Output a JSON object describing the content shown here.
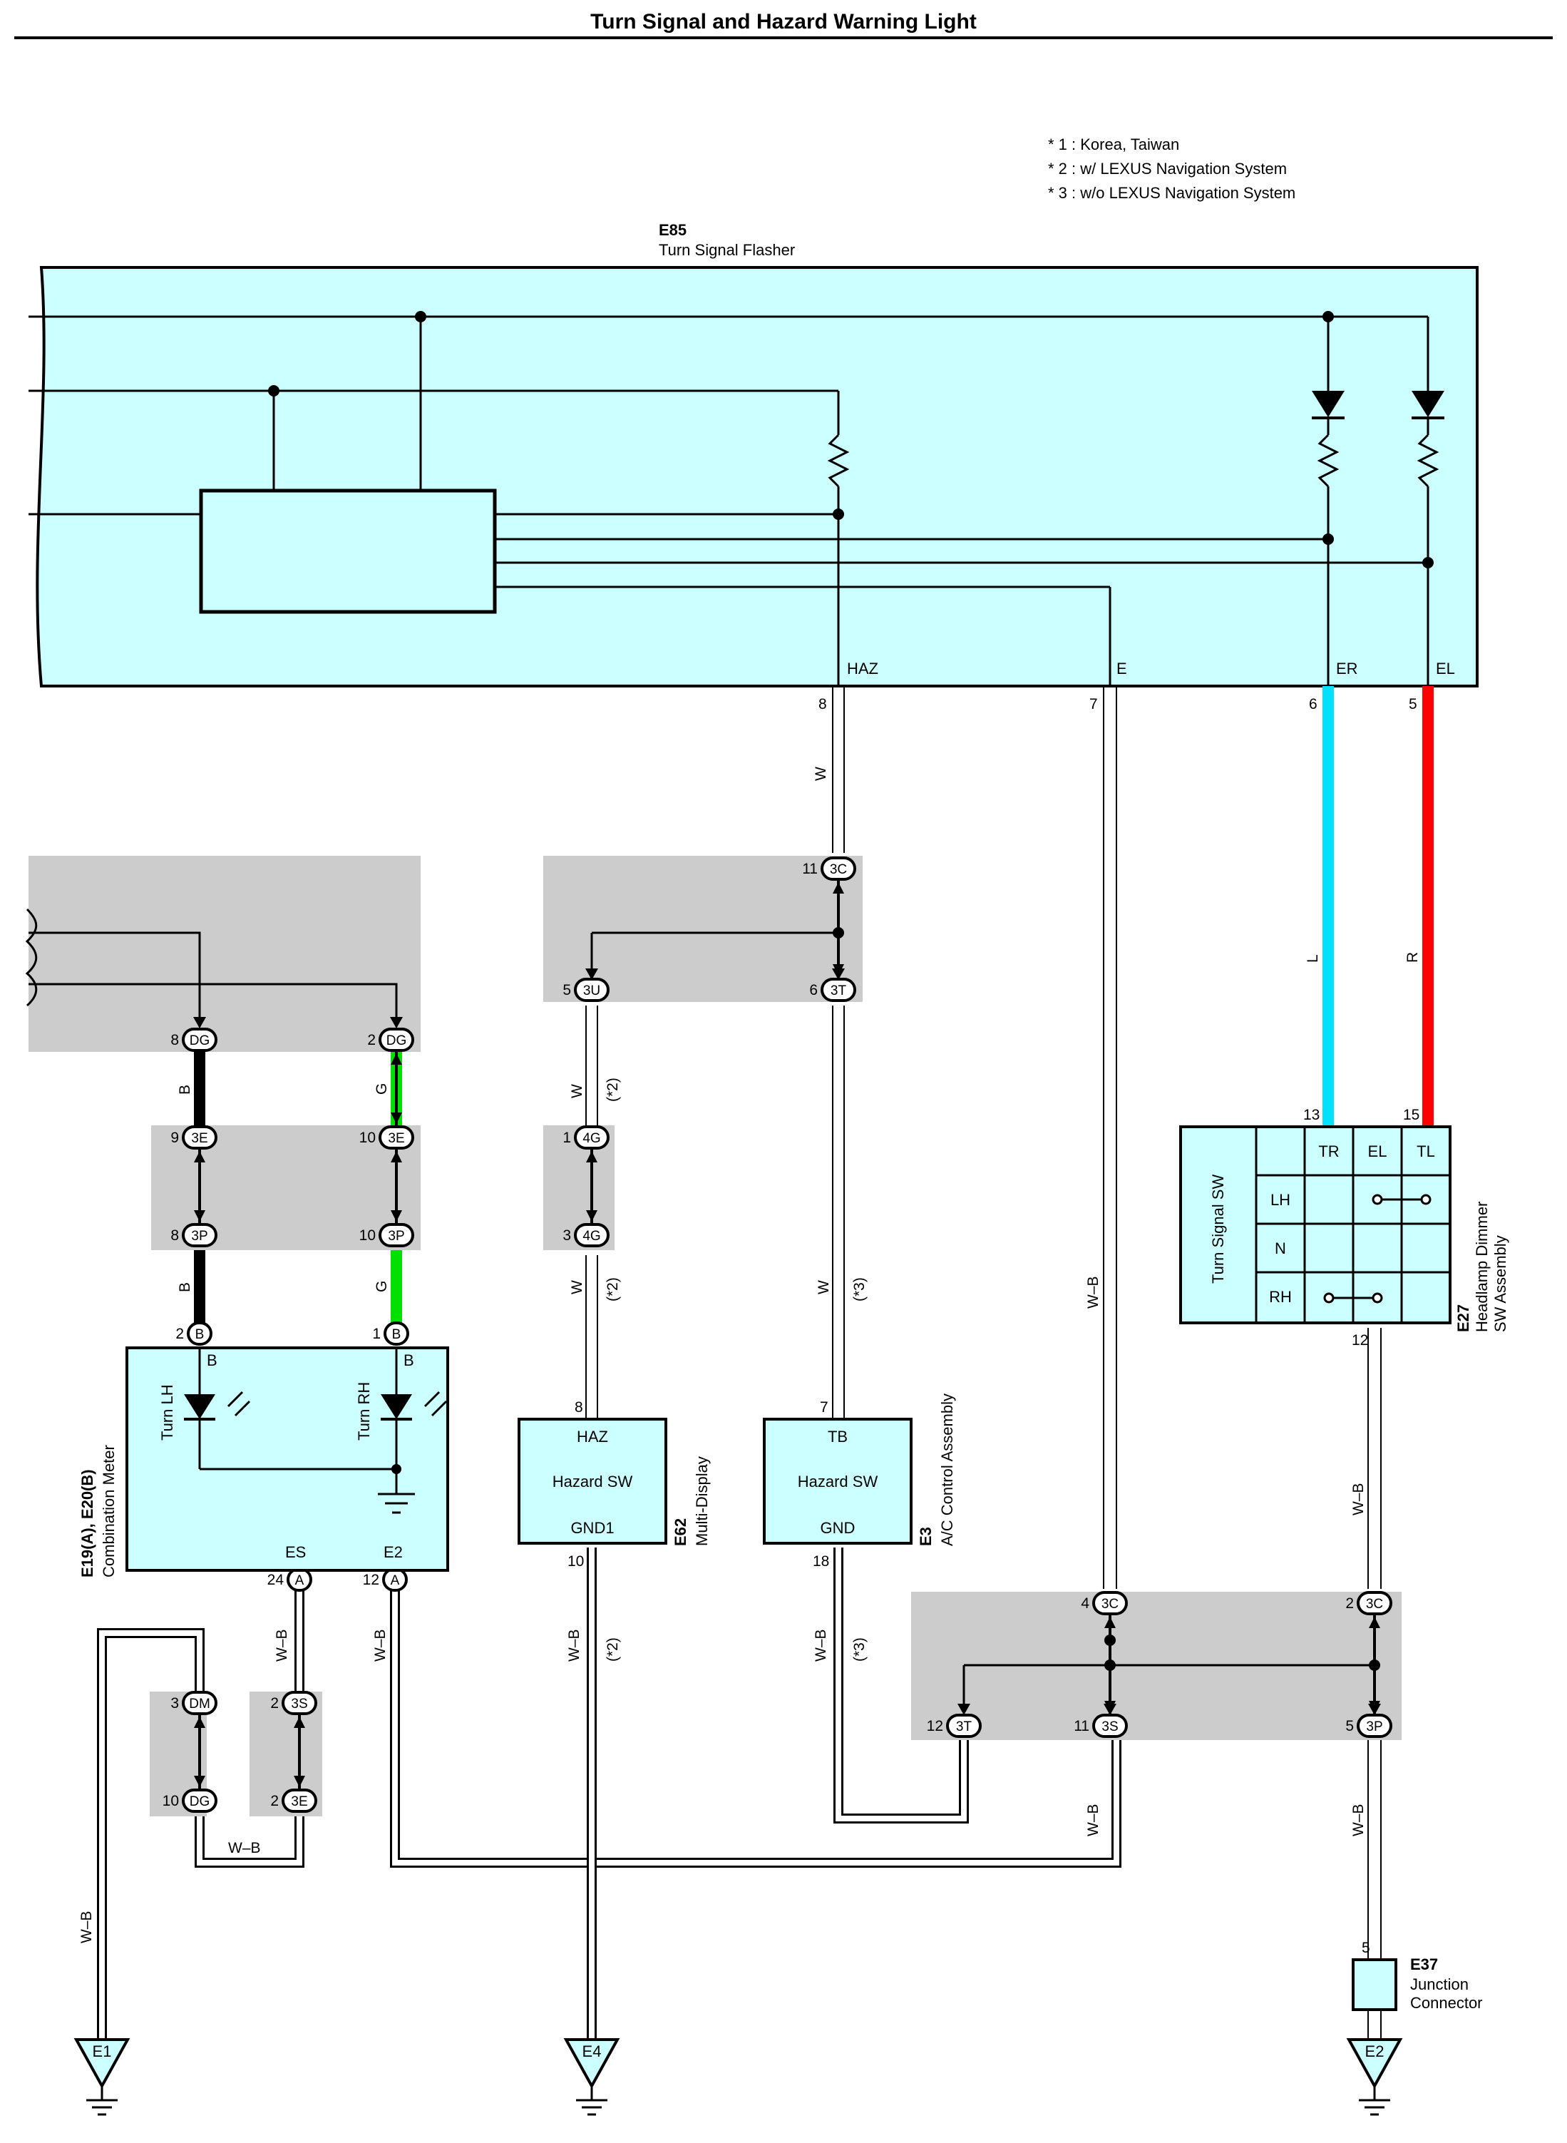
{
  "title": "Turn Signal and Hazard Warning Light",
  "notes": [
    "* 1 : Korea,  Taiwan",
    "* 2 : w/ LEXUS Navigation System",
    "* 3 : w/o LEXUS Navigation System"
  ],
  "colors": {
    "fill_component": "#ccffff",
    "fill_junction": "#cccccc",
    "wire_L": "#00e0ff",
    "wire_R": "#ff0000",
    "wire_G": "#00e000",
    "wire_B": "#000000"
  },
  "flasher": {
    "code": "E85",
    "name": "Turn Signal Flasher",
    "terminals": [
      "HAZ",
      "E",
      "ER",
      "EL"
    ],
    "pins": [
      "8",
      "7",
      "6",
      "5"
    ]
  },
  "meter": {
    "code": "E19(A), E20(B)",
    "name": "Combination Meter",
    "lamp_lh": "Turn LH",
    "lamp_rh": "Turn RH",
    "term_es": "ES",
    "term_e2": "E2",
    "color_b": "B"
  },
  "multi": {
    "code": "E62",
    "name": "Multi-Display",
    "haz": "HAZ",
    "sw": "Hazard SW",
    "gnd": "GND1"
  },
  "ac": {
    "code": "E3",
    "name": "A/C Control Assembly",
    "tb": "TB",
    "sw": "Hazard SW",
    "gnd": "GND"
  },
  "dimmer": {
    "code": "E27",
    "name1": "Headlamp Dimmer",
    "name2": "SW Assembly",
    "sw": "Turn Signal SW",
    "cols": [
      "TR",
      "EL",
      "TL"
    ],
    "rows": [
      "LH",
      "N",
      "RH"
    ]
  },
  "junction": {
    "code": "E37",
    "name1": "Junction",
    "name2": "Connector",
    "pin": "5"
  },
  "grounds": [
    "E1",
    "E4",
    "E2"
  ],
  "connectors": [
    {
      "id": "DG",
      "pin": "8"
    },
    {
      "id": "DG",
      "pin": "2"
    },
    {
      "id": "3E",
      "pin": "9"
    },
    {
      "id": "3E",
      "pin": "10"
    },
    {
      "id": "3P",
      "pin": "8"
    },
    {
      "id": "3P",
      "pin": "10"
    },
    {
      "id": "B",
      "pin": "2"
    },
    {
      "id": "B",
      "pin": "1"
    },
    {
      "id": "3C",
      "pin": "11"
    },
    {
      "id": "3U",
      "pin": "5"
    },
    {
      "id": "3T",
      "pin": "6"
    },
    {
      "id": "4G",
      "pin": "1"
    },
    {
      "id": "4G",
      "pin": "3"
    },
    {
      "id": "A",
      "pin": "24"
    },
    {
      "id": "A",
      "pin": "12"
    },
    {
      "id": "DM",
      "pin": "3"
    },
    {
      "id": "DG",
      "pin": "10"
    },
    {
      "id": "3S",
      "pin": "2"
    },
    {
      "id": "3E",
      "pin": "2"
    },
    {
      "id": "3C",
      "pin": "4"
    },
    {
      "id": "3C",
      "pin": "2"
    },
    {
      "id": "3T",
      "pin": "12"
    },
    {
      "id": "3S",
      "pin": "11"
    },
    {
      "id": "3P",
      "pin": "5"
    }
  ],
  "pins": {
    "multi_haz": "8",
    "multi_gnd": "10",
    "ac_tb": "7",
    "ac_gnd": "18",
    "dim_13": "13",
    "dim_15": "15",
    "dim_12": "12"
  },
  "wire_labels": {
    "W": "W",
    "L": "L",
    "R": "R",
    "B": "B",
    "G": "G",
    "WB": "W–B",
    "n2": "(*2)",
    "n3": "(*3)"
  }
}
